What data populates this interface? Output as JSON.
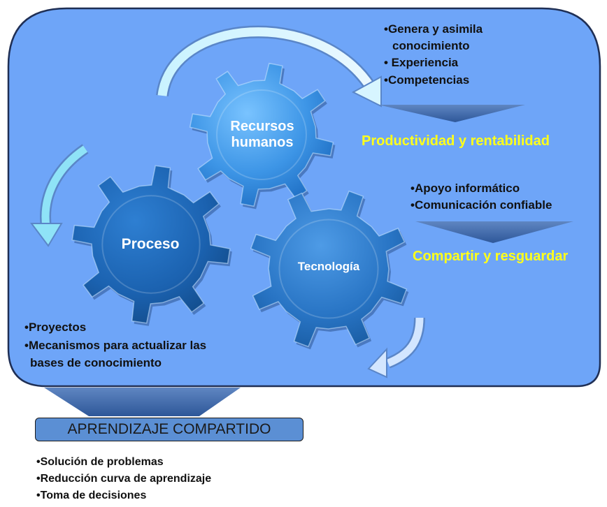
{
  "gears": {
    "recursos": {
      "label_line1": "Recursos",
      "label_line2": "humanos"
    },
    "proceso": {
      "label": "Proceso"
    },
    "tecnologia": {
      "label": "Tecnología"
    }
  },
  "recursos_bullets": [
    "•Genera y asimila",
    "conocimiento",
    "• Experiencia",
    "•Competencias"
  ],
  "recursos_outcome": "Productividad y rentabilidad",
  "tecnologia_bullets": [
    "•Apoyo informático",
    "•Comunicación confiable"
  ],
  "tecnologia_outcome": "Compartir y resguardar",
  "proceso_bullets": [
    "•Proyectos",
    "•Mecanismos para actualizar las",
    "bases de conocimiento"
  ],
  "result": {
    "title": "APRENDIZAJE COMPARTIDO",
    "bullets": [
      "•Solución de problemas",
      "•Reducción curva de aprendizaje",
      "•Toma de decisiones"
    ]
  },
  "colors": {
    "panel": "#6ea5f8",
    "panel_border": "#1f2f55",
    "gear_light": "#4aa3ee",
    "gear_dark": "#1d66b3",
    "gear_mid": "#2d7fd0",
    "arrow": "#3e6db2",
    "outcome_text": "#ffff1a"
  }
}
